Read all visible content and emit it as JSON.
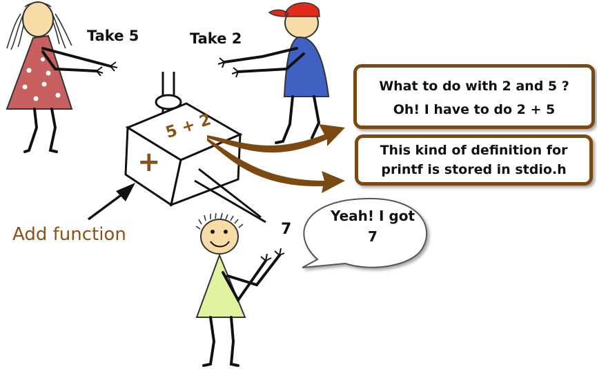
{
  "labels": {
    "take_5": "Take 5",
    "take_2": "Take 2",
    "box_expression": "5 + 2",
    "box_symbol": "+",
    "output_value": "7",
    "add_function": "Add function"
  },
  "callouts": {
    "question_line": "What to do with 2 and 5 ?",
    "answer_line": "Oh! I have to do 2 + 5",
    "definition_line1": "This kind of definition for",
    "definition_line2": "printf is stored in stdio.h"
  },
  "speech": {
    "line1": "Yeah! I got",
    "line2": "7"
  },
  "colors": {
    "accent_brown": "#7b4a12",
    "girl_dress": "#c86060",
    "boy_shirt": "#3f61c2",
    "boy_cap": "#e02a1c",
    "kid_shirt": "#dff3a0",
    "skin": "#f7dca6"
  }
}
